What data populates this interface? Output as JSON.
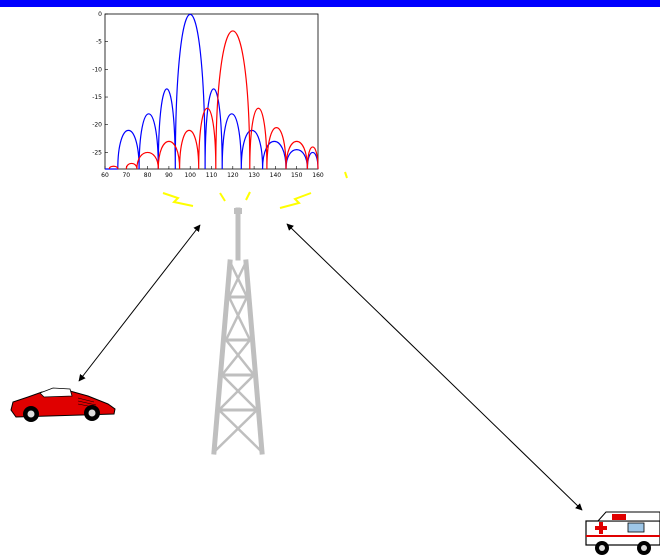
{
  "header_bar": {
    "color": "#0000ff"
  },
  "chart_data": {
    "type": "line",
    "title": "",
    "xlabel": "",
    "ylabel": "",
    "xlim": [
      60,
      160
    ],
    "ylim": [
      -28,
      0
    ],
    "x_ticks": [
      60,
      70,
      80,
      90,
      100,
      110,
      120,
      130,
      140,
      150,
      160
    ],
    "y_ticks": [
      0,
      -5,
      -10,
      -15,
      -20,
      -25
    ],
    "grid": false,
    "series": [
      {
        "color": "#0000ff",
        "lobes": [
          {
            "x": [
              60,
              66
            ],
            "peak": -28
          },
          {
            "x": [
              66,
              76
            ],
            "peak": -21
          },
          {
            "x": [
              76,
              85
            ],
            "peak": -18
          },
          {
            "x": [
              85,
              93
            ],
            "peak": -13.5
          },
          {
            "x": [
              93,
              107
            ],
            "peak": 0
          },
          {
            "x": [
              107,
              115
            ],
            "peak": -13.5
          },
          {
            "x": [
              115,
              124
            ],
            "peak": -18
          },
          {
            "x": [
              124,
              134
            ],
            "peak": -21
          },
          {
            "x": [
              134,
              145
            ],
            "peak": -23
          },
          {
            "x": [
              145,
              155
            ],
            "peak": -24.5
          },
          {
            "x": [
              155,
              160
            ],
            "peak": -25
          }
        ]
      },
      {
        "color": "#ff0000",
        "lobes": [
          {
            "x": [
              62,
              66
            ],
            "peak": -27.5
          },
          {
            "x": [
              70,
              75
            ],
            "peak": -27
          },
          {
            "x": [
              75,
              85
            ],
            "peak": -25
          },
          {
            "x": [
              85,
              95
            ],
            "peak": -23
          },
          {
            "x": [
              95,
              104
            ],
            "peak": -21
          },
          {
            "x": [
              104,
              112
            ],
            "peak": -17
          },
          {
            "x": [
              112,
              128
            ],
            "peak": -3
          },
          {
            "x": [
              128,
              136
            ],
            "peak": -17
          },
          {
            "x": [
              136,
              145
            ],
            "peak": -20.5
          },
          {
            "x": [
              145,
              155
            ],
            "peak": -23
          },
          {
            "x": [
              155,
              160
            ],
            "peak": -24
          }
        ]
      }
    ]
  },
  "scene": {
    "tower_color": "#bfbfbf",
    "signal_color": "#ffff00",
    "arrow_color": "#000000",
    "car_color": "#e00000",
    "vehicles": [
      "sports-car",
      "ambulance"
    ]
  }
}
